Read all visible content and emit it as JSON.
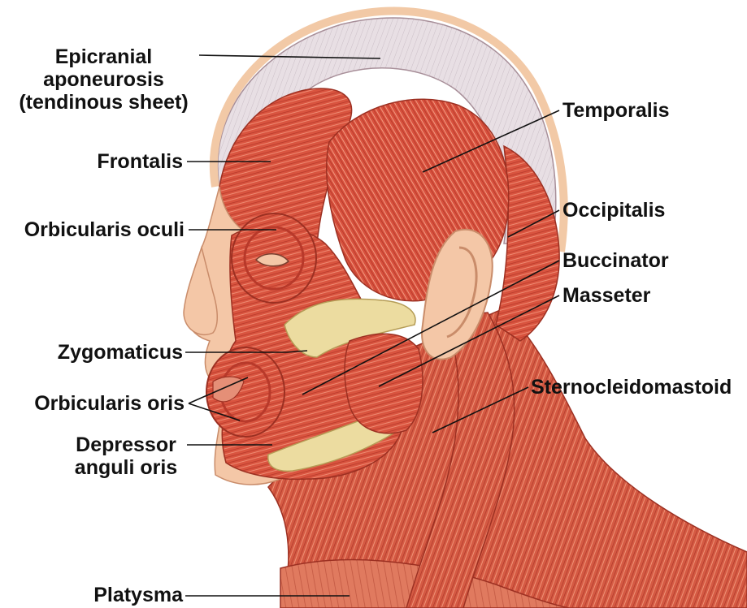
{
  "labels": {
    "epicranial_aponeurosis": [
      "Epicranial",
      "aponeurosis",
      "(tendinous sheet)"
    ],
    "frontalis": "Frontalis",
    "orbicularis_oculi": "Orbicularis oculi",
    "zygomaticus": "Zygomaticus",
    "orbicularis_oris": "Orbicularis oris",
    "depressor_anguli_oris": [
      "Depressor",
      "anguli oris"
    ],
    "platysma": "Platysma",
    "temporalis": "Temporalis",
    "occipitalis": "Occipitalis",
    "buccinator": "Buccinator",
    "masseter": "Masseter",
    "sternocleidomastoid": "Sternocleidomastoid"
  },
  "colors": {
    "muscle": "#d9543f",
    "muscle_dark": "#b8392a",
    "muscle_light": "#ee8a72",
    "tendon": "#e8dfe4",
    "bone": "#ecdca0",
    "skin": "#f7d2b4",
    "leader_line": "#111111"
  }
}
